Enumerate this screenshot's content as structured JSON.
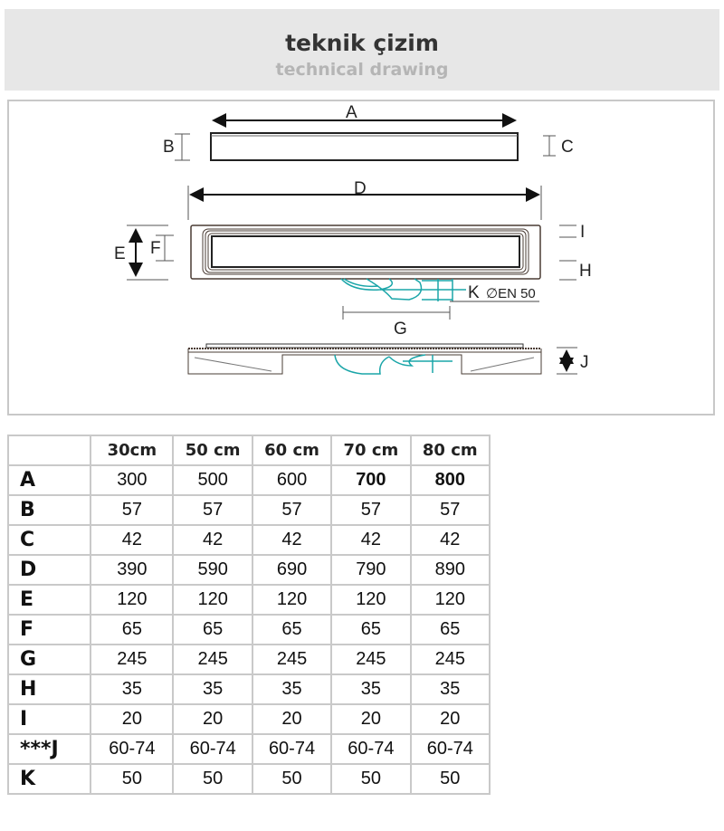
{
  "header": {
    "title": "teknik çizim",
    "subtitle": "technical drawing"
  },
  "drawing": {
    "labels": {
      "A": "A",
      "B": "B",
      "C": "C",
      "D": "D",
      "E": "E",
      "F": "F",
      "G": "G",
      "H": "H",
      "I": "I",
      "J": "J",
      "K": "K",
      "pipe": "∅EN 50"
    }
  },
  "table": {
    "columns": [
      "30cm",
      "50 cm",
      "60 cm",
      "70 cm",
      "80 cm"
    ],
    "rows": [
      {
        "label": "A",
        "values": [
          "300",
          "500",
          "600",
          "700",
          "800"
        ]
      },
      {
        "label": "B",
        "values": [
          "57",
          "57",
          "57",
          "57",
          "57"
        ]
      },
      {
        "label": "C",
        "values": [
          "42",
          "42",
          "42",
          "42",
          "42"
        ]
      },
      {
        "label": "D",
        "values": [
          "390",
          "590",
          "690",
          "790",
          "890"
        ]
      },
      {
        "label": "E",
        "values": [
          "120",
          "120",
          "120",
          "120",
          "120"
        ]
      },
      {
        "label": "F",
        "values": [
          "65",
          "65",
          "65",
          "65",
          "65"
        ]
      },
      {
        "label": "G",
        "values": [
          "245",
          "245",
          "245",
          "245",
          "245"
        ]
      },
      {
        "label": "H",
        "values": [
          "35",
          "35",
          "35",
          "35",
          "35"
        ]
      },
      {
        "label": "I",
        "values": [
          "20",
          "20",
          "20",
          "20",
          "20"
        ]
      },
      {
        "label": "***J",
        "values": [
          "60-74",
          "60-74",
          "60-74",
          "60-74",
          "60-74"
        ]
      },
      {
        "label": "K",
        "values": [
          "50",
          "50",
          "50",
          "50",
          "50"
        ]
      }
    ]
  }
}
